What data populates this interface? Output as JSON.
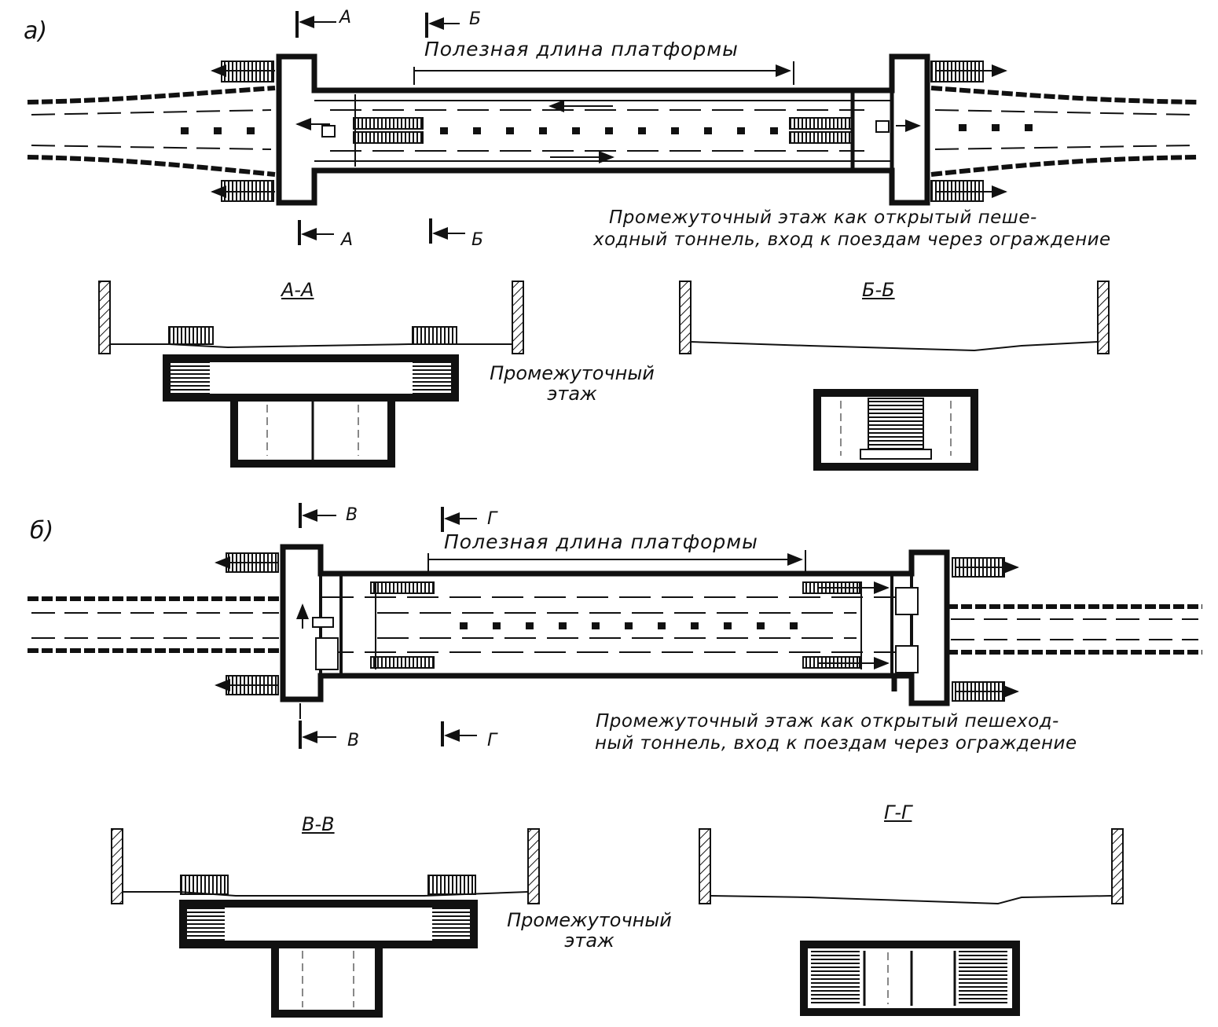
{
  "panels": {
    "a": {
      "label": "а)",
      "cut_top_1": "А",
      "cut_top_2": "Б",
      "cut_bottom_1": "А",
      "cut_bottom_2": "Б",
      "platform_length": "Полезная длина платформы",
      "caption_line1": "Промежуточный этаж как открытый пеше-",
      "caption_line2": "ходный тоннель, вход к поездам через ограждение",
      "section_left": "А-А",
      "section_right": "Б-Б",
      "mezzanine_line1": "Промежуточный",
      "mezzanine_line2": "этаж"
    },
    "b": {
      "label": "б)",
      "cut_top_1": "В",
      "cut_top_2": "Г",
      "cut_bottom_1": "В",
      "cut_bottom_2": "Г",
      "platform_length": "Полезная длина платформы",
      "caption_line1": "Промежуточный этаж как открытый пешеход-",
      "caption_line2": "ный тоннель, вход к поездам через ограждение",
      "section_left": "В-В",
      "section_right": "Г-Г",
      "mezzanine_line1": "Промежуточный",
      "mezzanine_line2": "этаж"
    }
  },
  "colors": {
    "ink": "#111111",
    "paper": "#ffffff"
  }
}
